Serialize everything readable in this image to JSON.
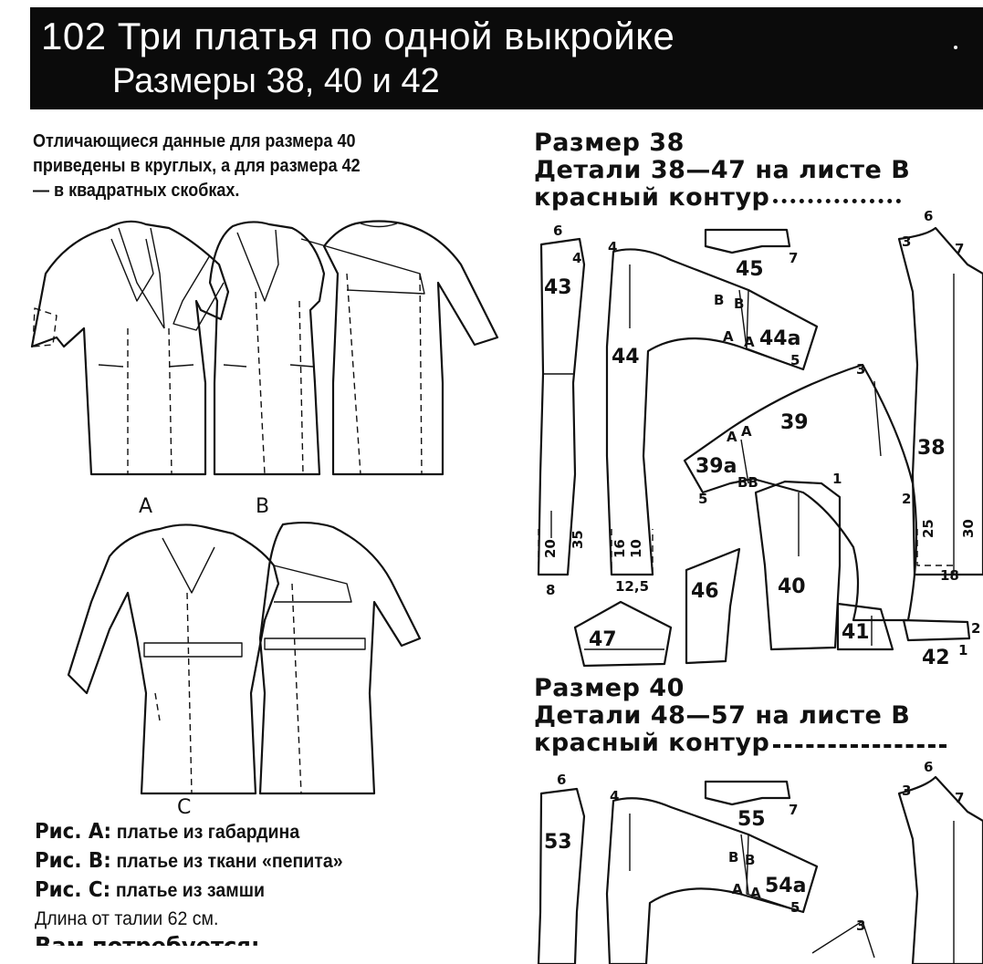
{
  "header": {
    "line1": "102 Три платья по одной выкройке",
    "line2": "Размеры 38, 40 и 42"
  },
  "intro": {
    "line1": "Отличающиеся данные для размера 40",
    "line2": "приведены в круглых, а для размера 42",
    "line3": "— в квадратных скобках."
  },
  "figures": {
    "a": "A",
    "b": "B",
    "c": "C"
  },
  "size38": {
    "line1": "Размер 38",
    "line2": "Детали 38—47 на листе В",
    "line3": "красный контур",
    "line_style": "dotted",
    "pieces": {
      "p43": "43",
      "p44": "44",
      "p45": "45",
      "p44a": "44а",
      "p39": "39",
      "p39a": "39а",
      "p38": "38",
      "p40": "40",
      "p41": "41",
      "p42": "42",
      "p46": "46",
      "p47": "47"
    },
    "marks": {
      "n6a": "6",
      "n4a": "4",
      "n4b": "4",
      "n7a": "7",
      "n5a": "5",
      "n5b": "5",
      "n3a": "3",
      "n3b": "3",
      "n6b": "6",
      "n7b": "7",
      "n1": "1",
      "n2a": "2",
      "n2b": "2",
      "n1b": "1",
      "n8": "8",
      "B1": "В",
      "B2": "В",
      "A1": "А",
      "A2": "А",
      "A3": "А",
      "A4": "А",
      "BB": "ВВ",
      "m20": "20",
      "m35": "35",
      "m16": "16",
      "m10": "10",
      "m125": "12,5",
      "m25": "25",
      "m30": "30",
      "m18": "18"
    }
  },
  "size40": {
    "line1": "Размер 40",
    "line2": "Детали 48—57 на листе В",
    "line3": "красный контур",
    "line_style": "dashed",
    "pieces": {
      "p53": "53",
      "p55": "55",
      "p54a": "54а"
    },
    "marks": {
      "n6a": "6",
      "n4": "4",
      "n7a": "7",
      "n5": "5",
      "n3a": "3",
      "n3b": "3",
      "n6b": "6",
      "n7b": "7",
      "B1": "В",
      "B2": "В",
      "A1": "А",
      "A2": "А"
    }
  },
  "captions": {
    "a_label": "Рис. А:",
    "a_text": "платье из габардина",
    "b_label": "Рис. В:",
    "b_text": "платье из ткани «пепита»",
    "c_label": "Рис. С:",
    "c_text": "платье из замши",
    "length": "Длина от талии 62 см.",
    "cut_off": "Вам потребуется:"
  }
}
